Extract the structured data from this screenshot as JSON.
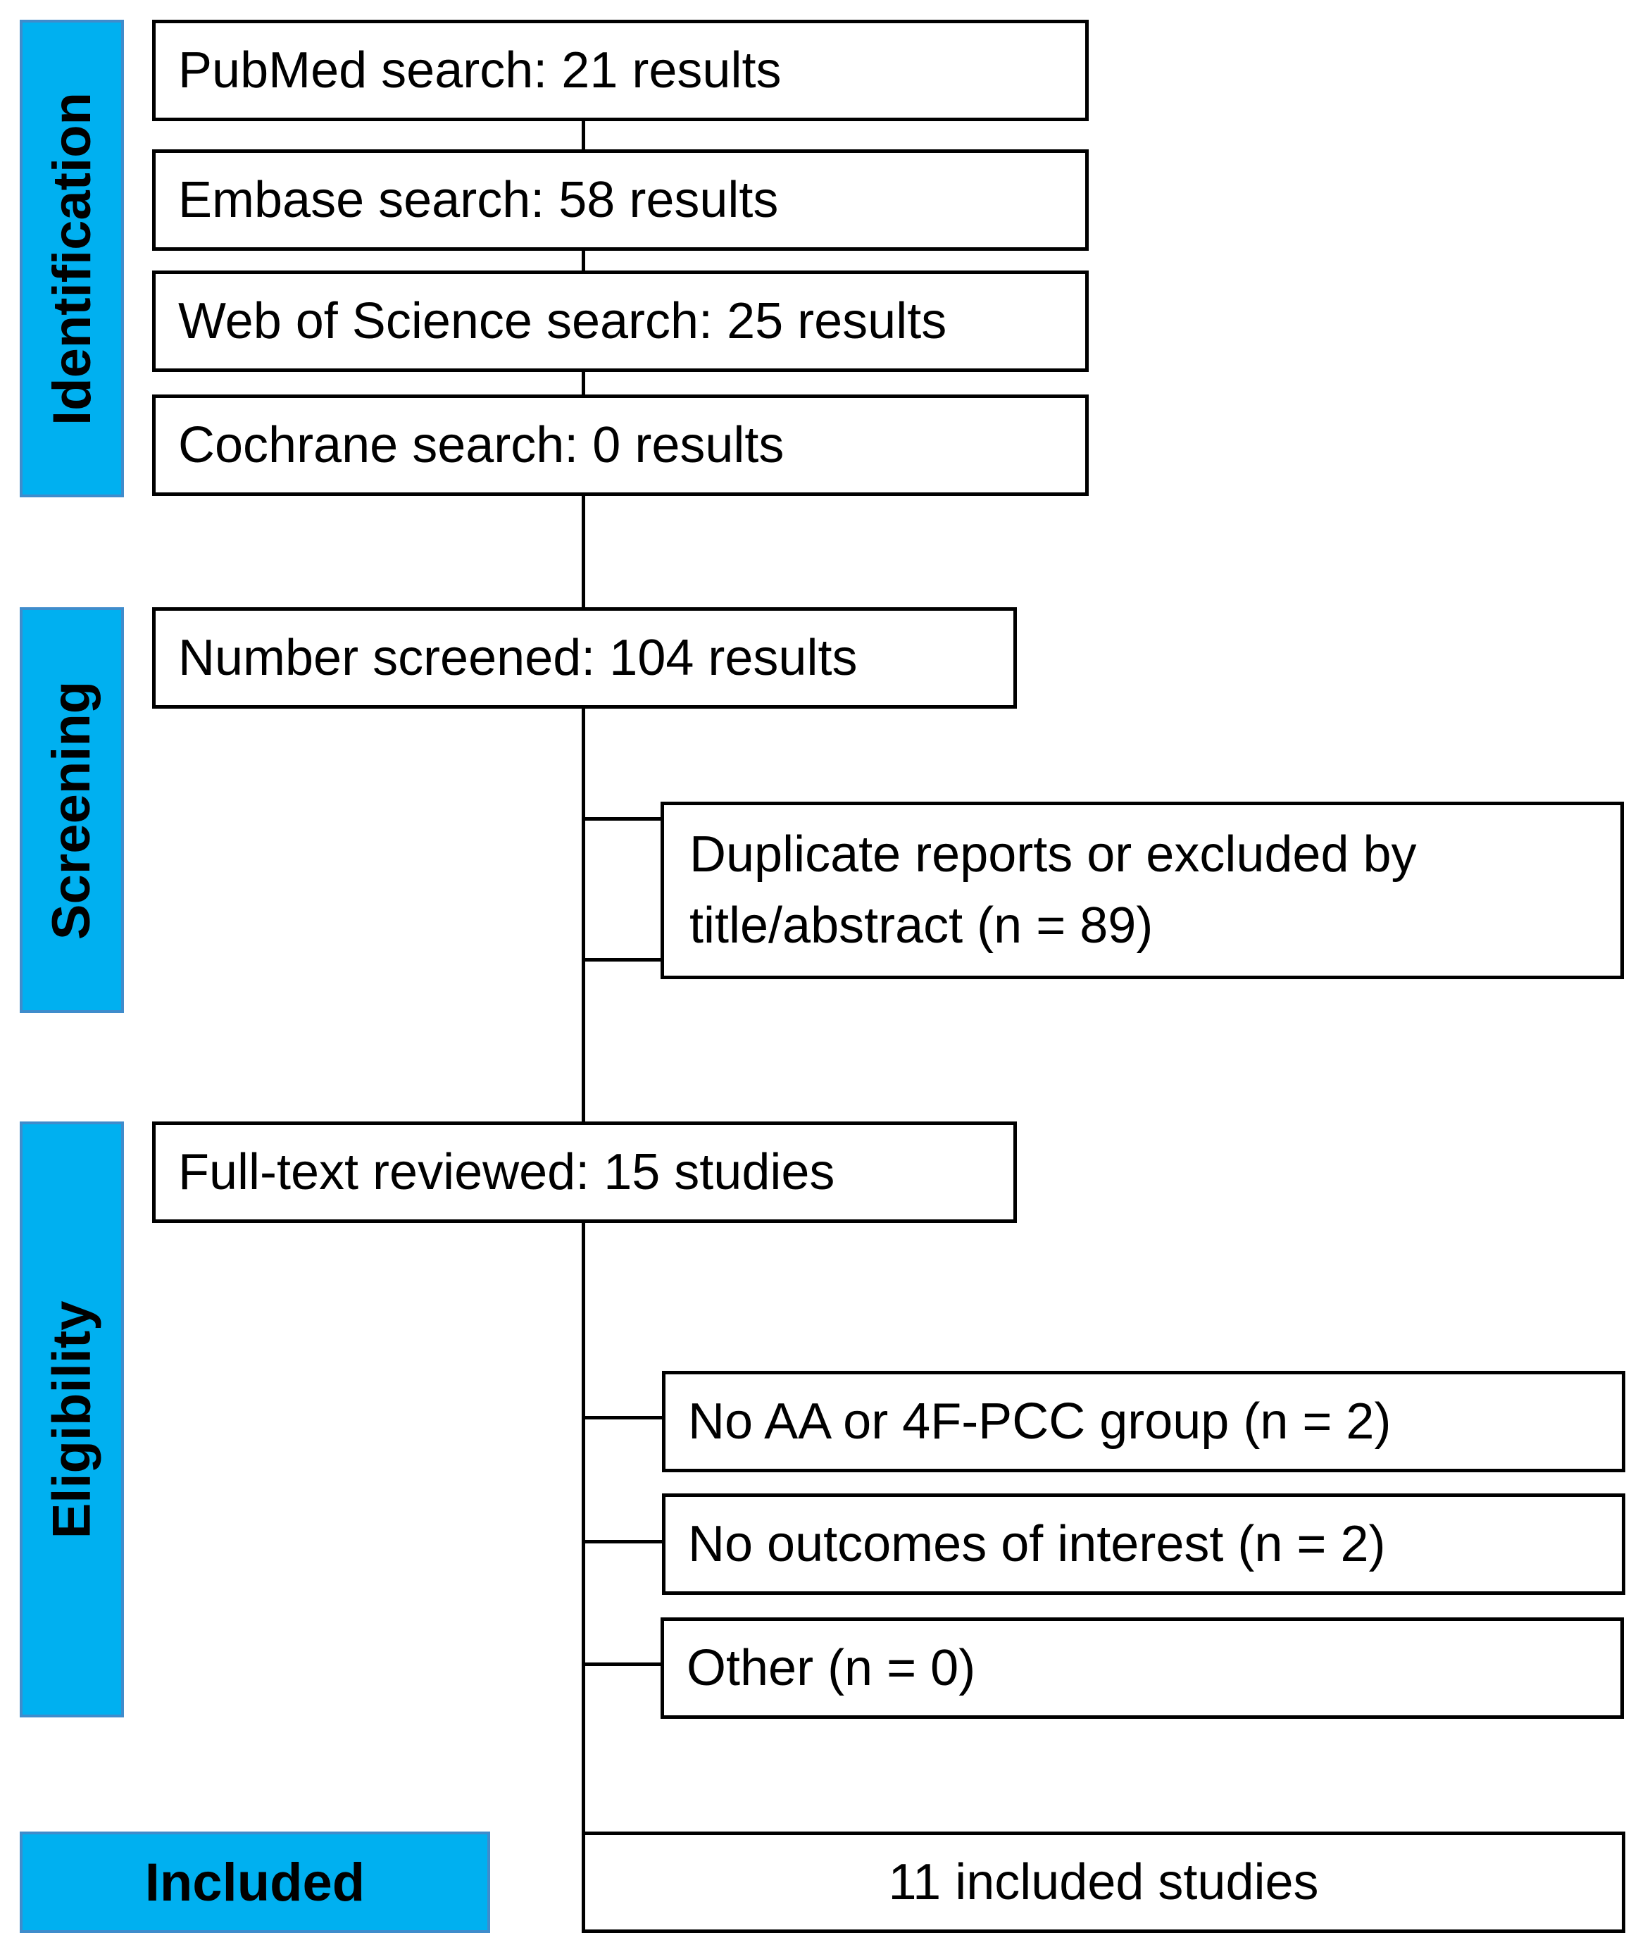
{
  "phases": {
    "identification": "Identification",
    "screening": "Screening",
    "eligibility": "Eligibility",
    "included": "Included"
  },
  "identification": {
    "pubmed": "PubMed search: 21 results",
    "embase": "Embase search: 58 results",
    "wos": "Web of Science search: 25 results",
    "cochrane": "Cochrane search: 0 results"
  },
  "screening": {
    "screened": "Number screened: 104 results",
    "excluded": "Duplicate reports or excluded by title/abstract (n = 89)"
  },
  "eligibility": {
    "reviewed": "Full-text reviewed: 15 studies",
    "exclusions": [
      "No AA or 4F-PCC group (n = 2)",
      "No outcomes of interest (n = 2)",
      "Other (n = 0)"
    ]
  },
  "included": {
    "studies": "11 included studies"
  },
  "colors": {
    "phase_fill": "#00b0f0",
    "phase_border": "#3f8ccc",
    "box_border": "#000000"
  }
}
